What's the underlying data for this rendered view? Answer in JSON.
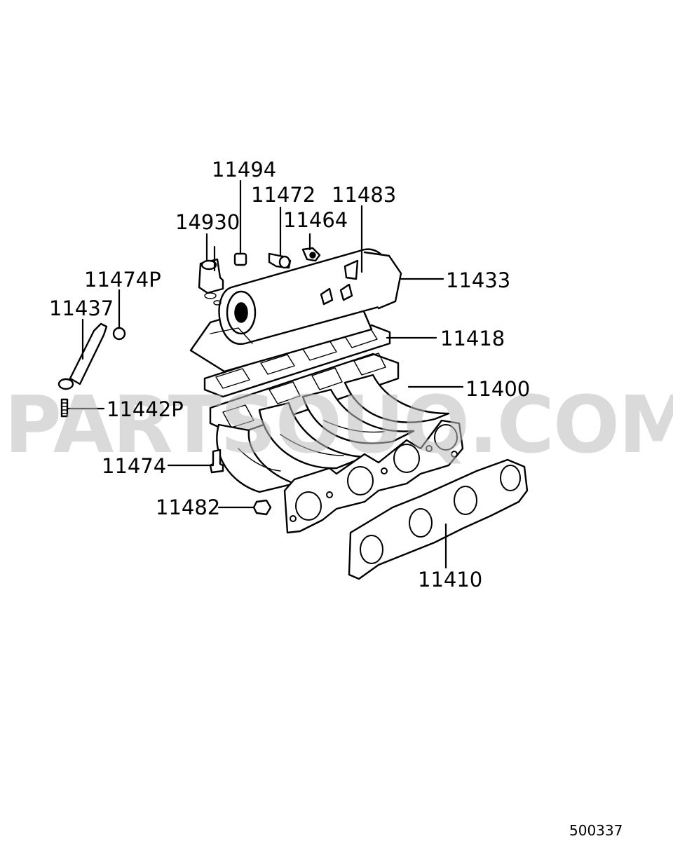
{
  "watermark": "PARTSOUQ.COM",
  "diagram_code": "500337",
  "callouts": [
    {
      "id": "c-11494",
      "part": "11494"
    },
    {
      "id": "c-11472",
      "part": "11472"
    },
    {
      "id": "c-11483",
      "part": "11483"
    },
    {
      "id": "c-14930",
      "part": "14930"
    },
    {
      "id": "c-11464",
      "part": "11464"
    },
    {
      "id": "c-11474P",
      "part": "11474P"
    },
    {
      "id": "c-11433",
      "part": "11433"
    },
    {
      "id": "c-11437",
      "part": "11437"
    },
    {
      "id": "c-11418",
      "part": "11418"
    },
    {
      "id": "c-11400",
      "part": "11400"
    },
    {
      "id": "c-11442P",
      "part": "11442P"
    },
    {
      "id": "c-11474",
      "part": "11474"
    },
    {
      "id": "c-11482",
      "part": "11482"
    },
    {
      "id": "c-11410",
      "part": "11410"
    }
  ]
}
